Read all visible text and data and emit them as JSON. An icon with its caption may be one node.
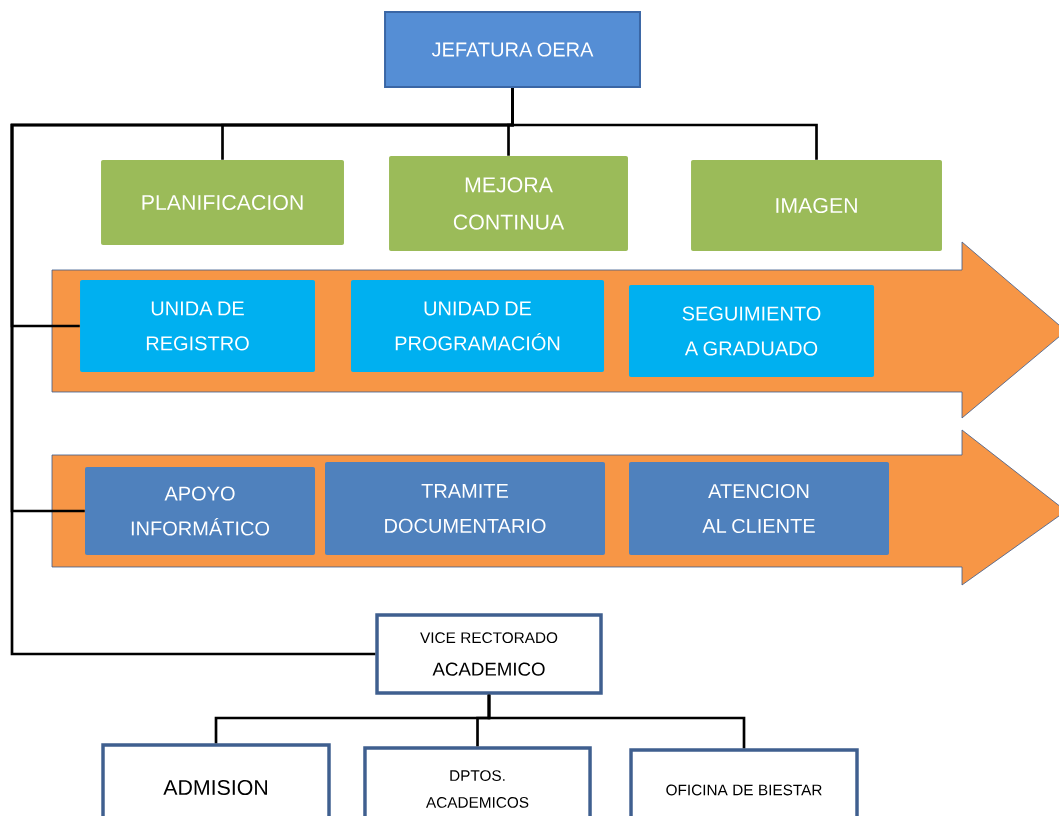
{
  "diagram": {
    "nodes": [
      {
        "text": [
          "JEFATURA OERA"
        ]
      },
      {
        "text": [
          "PLANIFICACION"
        ]
      },
      {
        "text": [
          "MEJORA CONTINUA"
        ]
      },
      {
        "text": [
          "IMAGEN"
        ]
      },
      {
        "text": [],
        "shape": "arrow"
      },
      {
        "text": [
          "UNIDA DE REGISTRO"
        ],
        "in": 4
      },
      {
        "text": [
          "UNIDAD DE PROGRAMACIÓN"
        ],
        "in": 4
      },
      {
        "text": [
          "SEGUIMIENTO A GRADUADO"
        ],
        "in": 4
      },
      {
        "text": [],
        "shape": "arrow"
      },
      {
        "text": [
          "APOYO INFORMÁTICO"
        ],
        "in": 8
      },
      {
        "text": [
          "TRAMITE DOCUMENTARIO"
        ],
        "in": 8
      },
      {
        "text": [
          "ATENCION AL CLIENTE"
        ],
        "in": 8
      },
      {
        "text": [
          "VICE RECTORADO",
          "ACADEMICO"
        ]
      },
      {
        "text": [
          "ADMISION"
        ]
      },
      {
        "text": [
          "DPTOS. ACADEMICOS"
        ]
      },
      {
        "text": [
          "OFICINA DE BIESTAR"
        ]
      }
    ],
    "edges": [
      {
        "from": 0,
        "to": 1,
        "arrow": "none"
      },
      {
        "from": 0,
        "to": 2,
        "arrow": "none"
      },
      {
        "from": 0,
        "to": 3,
        "arrow": "none"
      },
      {
        "from": 0,
        "to": 5,
        "arrow": "none"
      },
      {
        "from": 0,
        "to": 9,
        "arrow": "none"
      },
      {
        "from": 0,
        "to": 12,
        "arrow": "none"
      },
      {
        "from": 12,
        "to": 13,
        "arrow": "none"
      },
      {
        "from": 12,
        "to": 14,
        "arrow": "none"
      },
      {
        "from": 12,
        "to": 15,
        "arrow": "none"
      }
    ]
  }
}
